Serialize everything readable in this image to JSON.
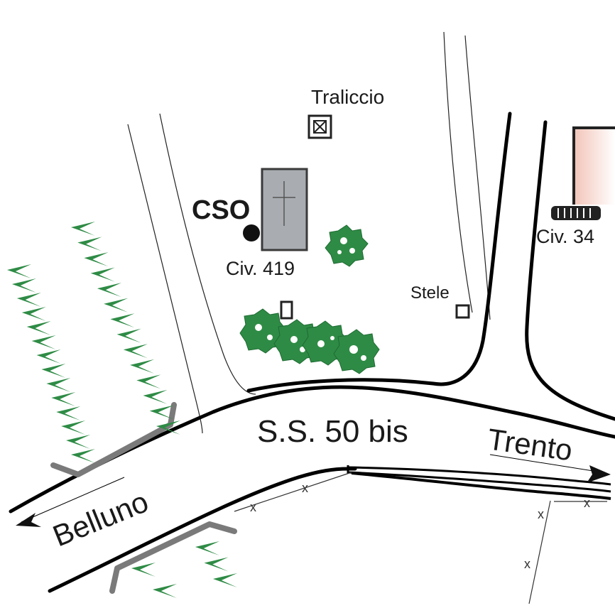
{
  "labels": {
    "traliccio": "Traliccio",
    "cso": "CSO",
    "civ419": "Civ. 419",
    "stele": "Stele",
    "civ34": "Civ. 34",
    "road_name": "S.S. 50 bis",
    "belluno": "Belluno",
    "trento": "Trento"
  },
  "colors": {
    "vegetation": "#2e8b45",
    "building_fill": "#a9adb2",
    "bridge": "#7a7a7a",
    "house_wall": "#f2c4b8"
  },
  "icons": {
    "pylon": "pylon-icon",
    "church": "church-icon",
    "station_marker": "station-dot-icon"
  }
}
